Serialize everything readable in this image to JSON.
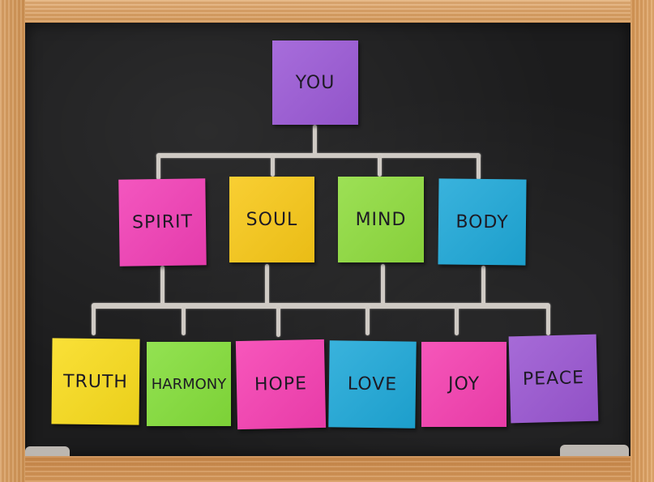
{
  "scene": {
    "description": "Chalkboard in wooden frame with sticky notes arranged as a hierarchy diagram",
    "board_color": "#1c1c1d",
    "frame_color": "#d79a5c",
    "chalk_color": "#cfcac4"
  },
  "root": {
    "label": "YOU",
    "color": "#9b59d6"
  },
  "level1": [
    {
      "label": "SPIRIT",
      "color": "#f23fb6"
    },
    {
      "label": "SOUL",
      "color": "#f8c817"
    },
    {
      "label": "MIND",
      "color": "#8fdc3e"
    },
    {
      "label": "BODY",
      "color": "#1ea8d8"
    }
  ],
  "level2": [
    {
      "label": "TRUTH",
      "color": "#f9dc1c"
    },
    {
      "label": "HARMONY",
      "color": "#84de3a"
    },
    {
      "label": "HOPE",
      "color": "#f63fb2"
    },
    {
      "label": "LOVE",
      "color": "#1ea8d8"
    },
    {
      "label": "JOY",
      "color": "#f53fb0"
    },
    {
      "label": "PEACE",
      "color": "#9a56d2"
    }
  ]
}
